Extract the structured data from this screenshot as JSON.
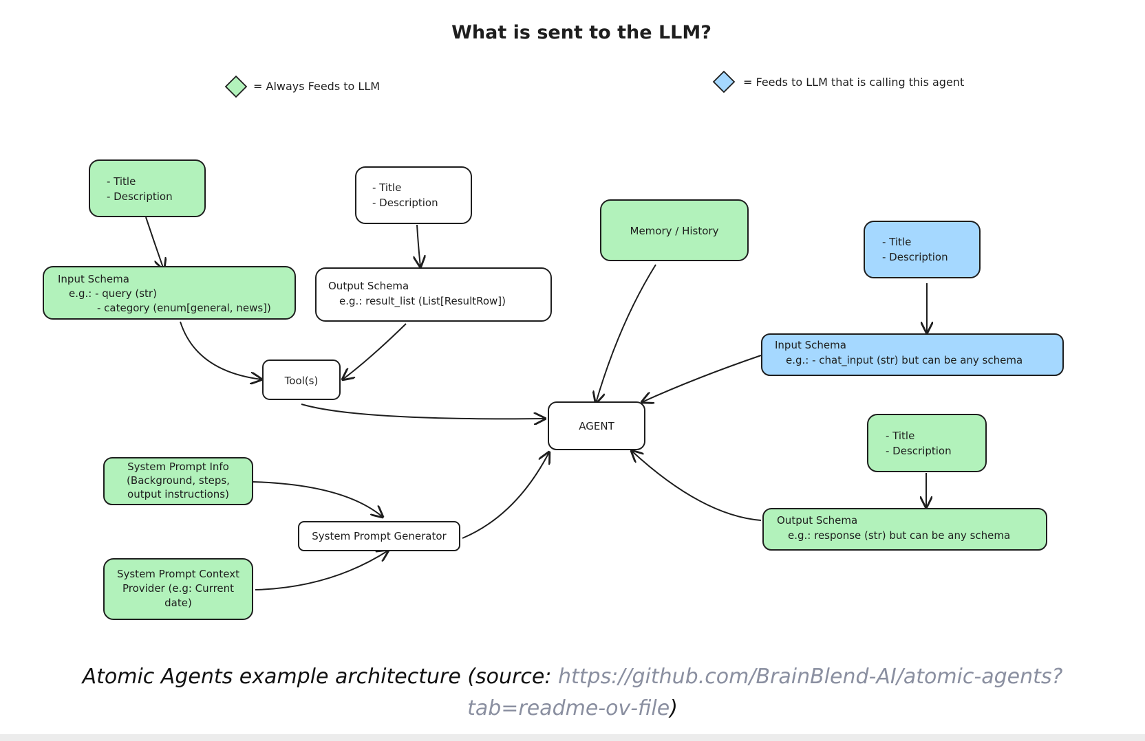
{
  "diagram": {
    "title": "What is sent to the LLM?",
    "legend": {
      "green_label": "= Always Feeds to LLM",
      "blue_label": "= Feeds to LLM that is calling this agent"
    },
    "colors": {
      "green": "#b2f2bb",
      "blue": "#a5d8ff",
      "white": "#ffffff",
      "stroke": "#1e1e1e"
    },
    "nodes": {
      "tl_title_desc": [
        "- Title",
        "- Description"
      ],
      "input_schema_tl": [
        "Input Schema",
        "e.g.: - query (str)",
        "- category (enum[general, news])"
      ],
      "tc_title_desc": [
        "- Title",
        "- Description"
      ],
      "output_schema_tc": [
        "Output Schema",
        "e.g.: result_list (List[ResultRow])"
      ],
      "tools": "Tool(s)",
      "memory": "Memory / History",
      "agent": "AGENT",
      "tr_title_desc": [
        "- Title",
        "- Description"
      ],
      "input_schema_r": [
        "Input Schema",
        "e.g.: - chat_input (str) but can be any schema"
      ],
      "br_title_desc": [
        "- Title",
        "- Description"
      ],
      "output_schema_r": [
        "Output Schema",
        "e.g.: response (str) but can be any schema"
      ],
      "sys_prompt_info": [
        "System Prompt Info",
        "(Background, steps,",
        "output instructions)"
      ],
      "sys_prompt_generator": "System Prompt Generator",
      "sys_prompt_context": [
        "System Prompt Context",
        "Provider (e.g: Current",
        "date)"
      ]
    }
  },
  "caption": {
    "text": "Atomic Agents example architecture (source: ",
    "link": "https://github.com/BrainBlend-AI/atomic-agents?tab=readme-ov-file",
    "close": ")"
  }
}
